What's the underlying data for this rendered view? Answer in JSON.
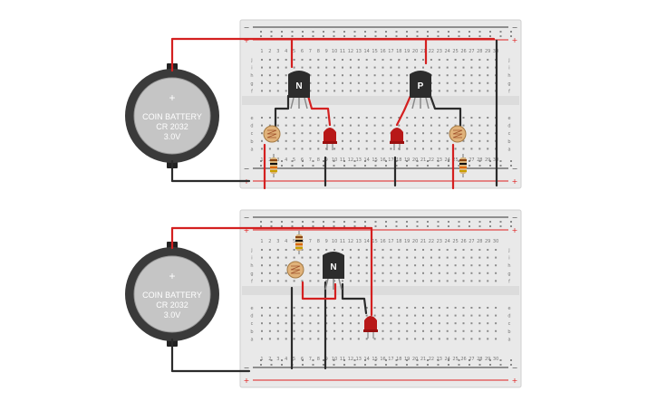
{
  "colors": {
    "board": "#e9e9e9",
    "board_edge": "#cfcfcf",
    "rail_red": "#e02020",
    "rail_black": "#333333",
    "wire_red": "#d42020",
    "wire_black": "#2b2b2b",
    "led_red": "#b81818",
    "transistor": "#2c2c2c",
    "battery": "#3a3a3a",
    "photoresistor": "#e0b27a"
  },
  "battery": {
    "icon": "plus-icon",
    "plus_symbol": "+",
    "name": "COIN BATTERY",
    "model": "CR 2032",
    "voltage": "3.0V"
  },
  "breadboard": {
    "rail_plus": "+",
    "rail_minus": "−",
    "row_letters_top": [
      "j",
      "i",
      "h",
      "g",
      "f"
    ],
    "row_letters_bottom": [
      "e",
      "d",
      "c",
      "b",
      "a"
    ],
    "columns": [
      "1",
      "2",
      "3",
      "4",
      "5",
      "6",
      "7",
      "8",
      "9",
      "10",
      "11",
      "12",
      "13",
      "14",
      "15",
      "16",
      "17",
      "18",
      "19",
      "20",
      "21",
      "22",
      "23",
      "24",
      "25",
      "26",
      "27",
      "28",
      "29",
      "30"
    ]
  },
  "circuits": [
    {
      "transistors": [
        {
          "label": "N",
          "type": "npn"
        },
        {
          "label": "P",
          "type": "pnp"
        }
      ]
    },
    {
      "transistors": [
        {
          "label": "N",
          "type": "npn"
        }
      ]
    }
  ]
}
